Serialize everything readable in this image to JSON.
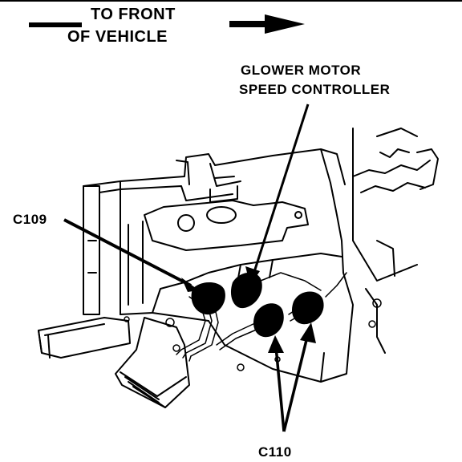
{
  "header": {
    "direction_line1": "TO FRONT",
    "direction_line2": "OF VEHICLE"
  },
  "callouts": {
    "blower_line1": "GLOWER MOTOR",
    "blower_line2": "SPEED CONTROLLER",
    "c109": "C109",
    "c110": "C110"
  },
  "colors": {
    "ink": "#000000",
    "paper": "#ffffff"
  }
}
